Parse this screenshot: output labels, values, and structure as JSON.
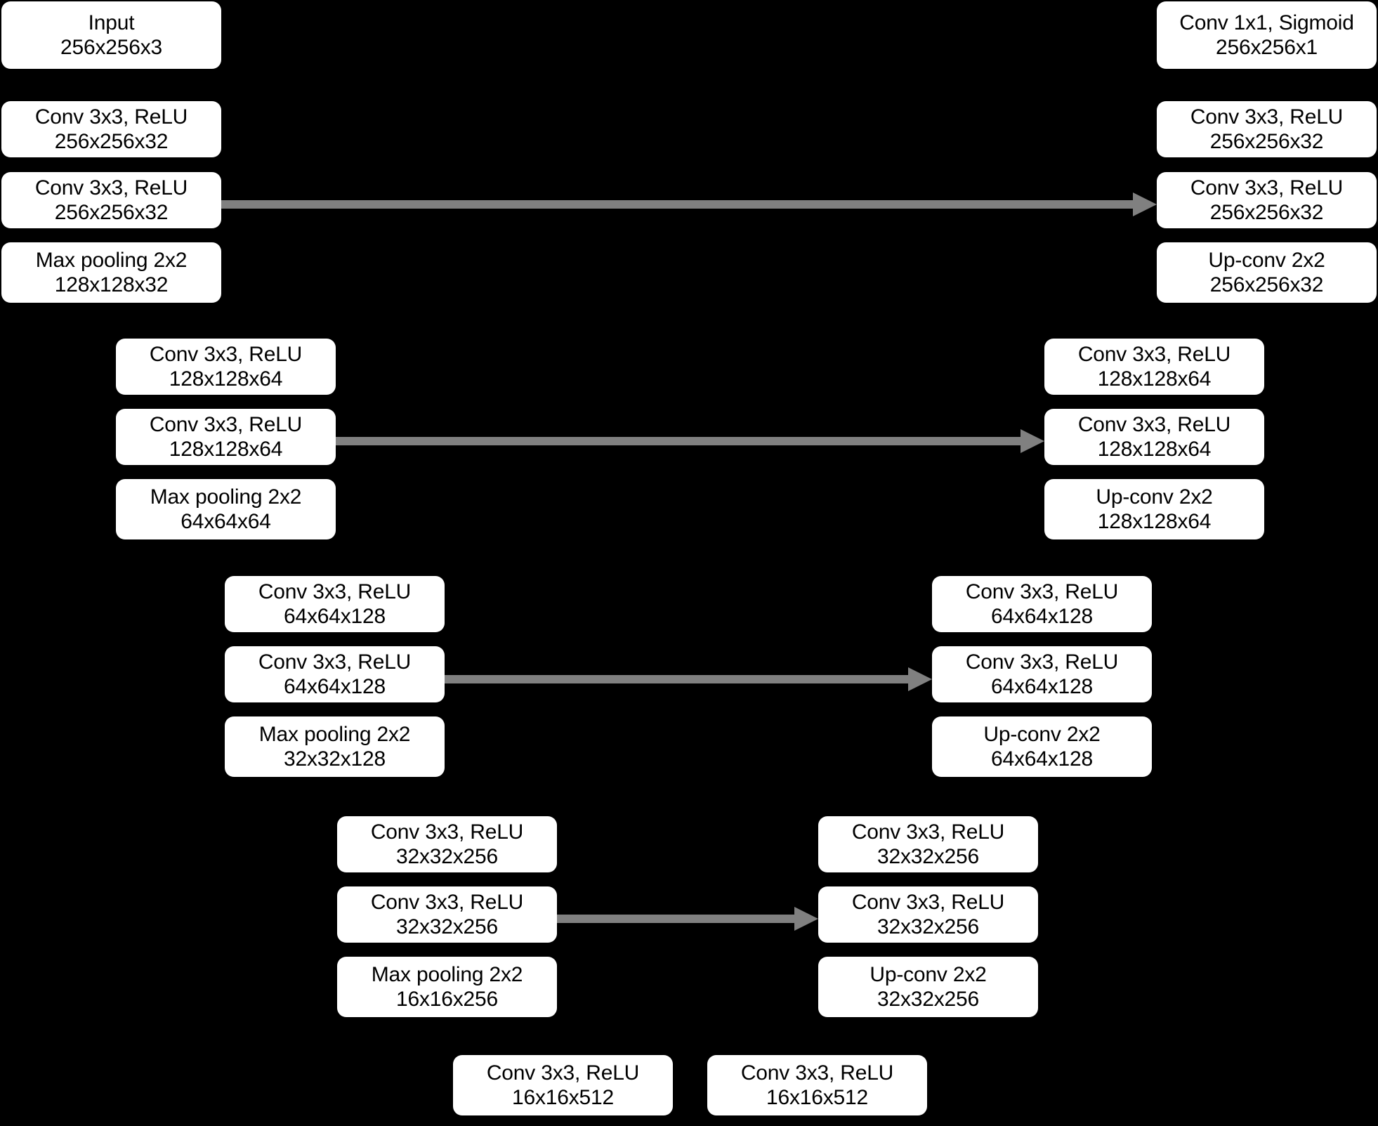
{
  "diagram": {
    "title": "U-Net convolutional network architecture",
    "background_color": "#000000",
    "box_fill_color": "#ffffff",
    "box_text_color": "#000000",
    "arrow_color": "#808080"
  },
  "chart_data": {
    "type": "diagram",
    "title": "U-Net architecture block diagram",
    "encoder_levels": 4,
    "decoder_levels": 4,
    "skip_connections": 4
  },
  "input_block": {
    "op": "Input",
    "shape": "256x256x3"
  },
  "output_block": {
    "op": "Conv 1x1, Sigmoid",
    "shape": "256x256x1"
  },
  "encoder": [
    {
      "level": 1,
      "blocks": [
        {
          "op": "Conv 3x3, ReLU",
          "shape": "256x256x32"
        },
        {
          "op": "Conv 3x3, ReLU",
          "shape": "256x256x32"
        },
        {
          "op": "Max pooling 2x2",
          "shape": "128x128x32"
        }
      ]
    },
    {
      "level": 2,
      "blocks": [
        {
          "op": "Conv 3x3, ReLU",
          "shape": "128x128x64"
        },
        {
          "op": "Conv 3x3, ReLU",
          "shape": "128x128x64"
        },
        {
          "op": "Max pooling 2x2",
          "shape": "64x64x64"
        }
      ]
    },
    {
      "level": 3,
      "blocks": [
        {
          "op": "Conv 3x3, ReLU",
          "shape": "64x64x128"
        },
        {
          "op": "Conv 3x3, ReLU",
          "shape": "64x64x128"
        },
        {
          "op": "Max pooling 2x2",
          "shape": "32x32x128"
        }
      ]
    },
    {
      "level": 4,
      "blocks": [
        {
          "op": "Conv 3x3, ReLU",
          "shape": "32x32x256"
        },
        {
          "op": "Conv 3x3, ReLU",
          "shape": "32x32x256"
        },
        {
          "op": "Max pooling 2x2",
          "shape": "16x16x256"
        }
      ]
    }
  ],
  "bottleneck": [
    {
      "op": "Conv 3x3, ReLU",
      "shape": "16x16x512"
    },
    {
      "op": "Conv 3x3, ReLU",
      "shape": "16x16x512"
    }
  ],
  "decoder": [
    {
      "level": 1,
      "blocks": [
        {
          "op": "Conv 3x3, ReLU",
          "shape": "256x256x32"
        },
        {
          "op": "Conv 3x3, ReLU",
          "shape": "256x256x32"
        },
        {
          "op": "Up-conv 2x2",
          "shape": "256x256x32"
        }
      ]
    },
    {
      "level": 2,
      "blocks": [
        {
          "op": "Conv 3x3, ReLU",
          "shape": "128x128x64"
        },
        {
          "op": "Conv 3x3, ReLU",
          "shape": "128x128x64"
        },
        {
          "op": "Up-conv 2x2",
          "shape": "128x128x64"
        }
      ]
    },
    {
      "level": 3,
      "blocks": [
        {
          "op": "Conv 3x3, ReLU",
          "shape": "64x64x128"
        },
        {
          "op": "Conv 3x3, ReLU",
          "shape": "64x64x128"
        },
        {
          "op": "Up-conv 2x2",
          "shape": "64x64x128"
        }
      ]
    },
    {
      "level": 4,
      "blocks": [
        {
          "op": "Conv 3x3, ReLU",
          "shape": "32x32x256"
        },
        {
          "op": "Conv 3x3, ReLU",
          "shape": "32x32x256"
        },
        {
          "op": "Up-conv 2x2",
          "shape": "32x32x256"
        }
      ]
    }
  ]
}
